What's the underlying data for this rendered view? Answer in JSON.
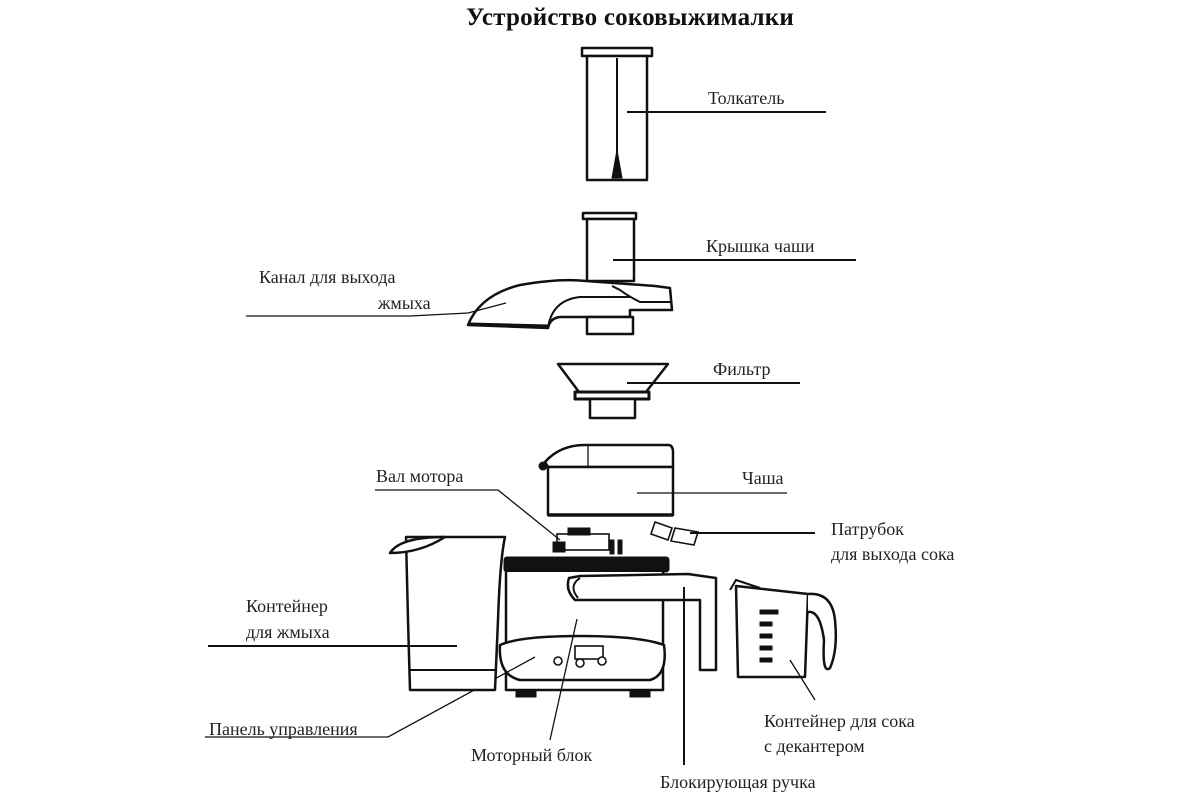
{
  "title": "Устройство соковыжималки",
  "labels": {
    "pusher": "Толкатель",
    "bowl_lid": "Крышка чаши",
    "pulp_channel_line1": "Канал для выхода",
    "pulp_channel_line2": "жмыха",
    "filter": "Фильтр",
    "motor_shaft": "Вал мотора",
    "bowl": "Чаша",
    "juice_spout_line1": "Патрубок",
    "juice_spout_line2": "для выхода сока",
    "pulp_container_line1": "Контейнер",
    "pulp_container_line2": "для жмыха",
    "control_panel": "Панель управления",
    "motor_unit": "Моторный блок",
    "locking_handle": "Блокирующая ручка",
    "juice_container_line1": "Контейнер для сока",
    "juice_container_line2": "с декантером"
  }
}
